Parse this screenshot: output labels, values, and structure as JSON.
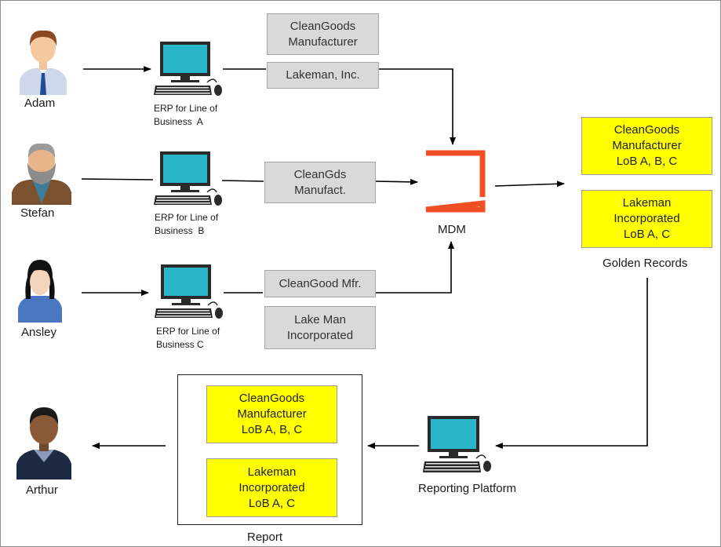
{
  "people": [
    {
      "name": "Adam"
    },
    {
      "name": "Stefan"
    },
    {
      "name": "Ansley"
    },
    {
      "name": "Arthur"
    }
  ],
  "erp_systems": [
    {
      "line1": "ERP for Line of",
      "line2": "Business  A"
    },
    {
      "line1": "ERP for Line of",
      "line2": "Business  B"
    },
    {
      "line1": "ERP for Line of",
      "line2": "Business C"
    }
  ],
  "source_records": {
    "erp_a": [
      {
        "lines": [
          "CleanGoods",
          "Manufacturer"
        ]
      },
      {
        "lines": [
          "Lakeman, Inc."
        ]
      }
    ],
    "erp_b": [
      {
        "lines": [
          "CleanGds",
          "Manufact."
        ]
      }
    ],
    "erp_c": [
      {
        "lines": [
          "CleanGood Mfr."
        ]
      },
      {
        "lines": [
          "Lake Man",
          "Incorporated"
        ]
      }
    ]
  },
  "mdm": {
    "label": "MDM",
    "color": "#f04e23"
  },
  "golden_records": {
    "label": "Golden Records",
    "items": [
      {
        "lines": [
          "CleanGoods",
          "Manufacturer",
          "LoB A, B, C"
        ]
      },
      {
        "lines": [
          "Lakeman",
          "Incorporated",
          "LoB A, C"
        ]
      }
    ]
  },
  "reporting_platform": {
    "label": "Reporting Platform"
  },
  "report": {
    "label": "Report",
    "items": [
      {
        "lines": [
          "CleanGoods",
          "Manufacturer",
          "LoB A, B, C"
        ]
      },
      {
        "lines": [
          "Lakeman",
          "Incorporated",
          "LoB A, C"
        ]
      }
    ]
  },
  "colors": {
    "record_grey": "#d9d9d9",
    "record_yellow": "#ffff00",
    "monitor_teal": "#29b6c8",
    "mdm_orange": "#f04e23"
  }
}
